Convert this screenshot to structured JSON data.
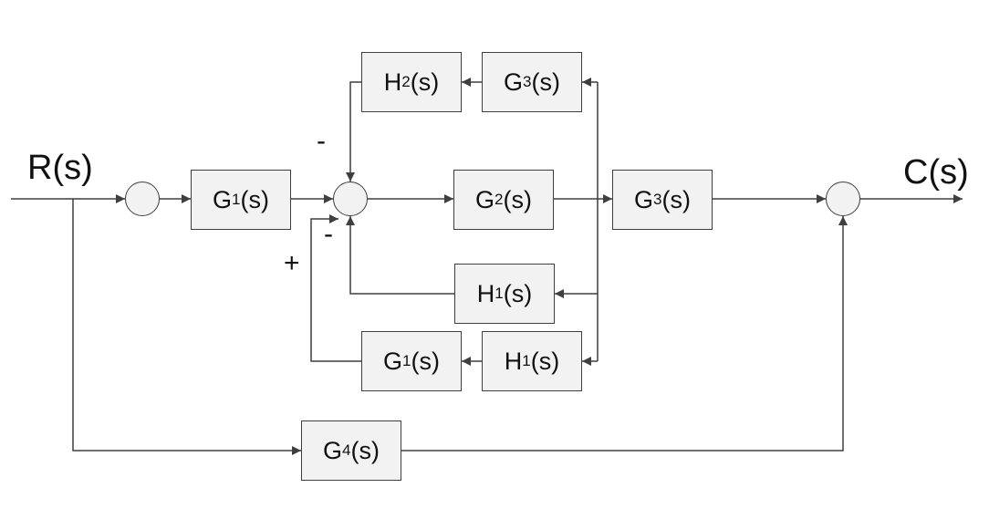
{
  "signals": {
    "input": "R(s)",
    "output": "C(s)"
  },
  "blocks": {
    "g1_forward": {
      "base": "G",
      "sub": "1",
      "arg": "(s)"
    },
    "g2": {
      "base": "G",
      "sub": "2",
      "arg": "(s)"
    },
    "g3_forward": {
      "base": "G",
      "sub": "3",
      "arg": "(s)"
    },
    "g3_feedback": {
      "base": "G",
      "sub": "3",
      "arg": "(s)"
    },
    "h2": {
      "base": "H",
      "sub": "2",
      "arg": "(s)"
    },
    "h1_feedback": {
      "base": "H",
      "sub": "1",
      "arg": "(s)"
    },
    "h1_lower": {
      "base": "H",
      "sub": "1",
      "arg": "(s)"
    },
    "g1_lower": {
      "base": "G",
      "sub": "1",
      "arg": "(s)"
    },
    "g4": {
      "base": "G",
      "sub": "4",
      "arg": "(s)"
    }
  },
  "signs": {
    "h2_sign": "-",
    "h1_sign": "-",
    "g1_sign": "+"
  }
}
